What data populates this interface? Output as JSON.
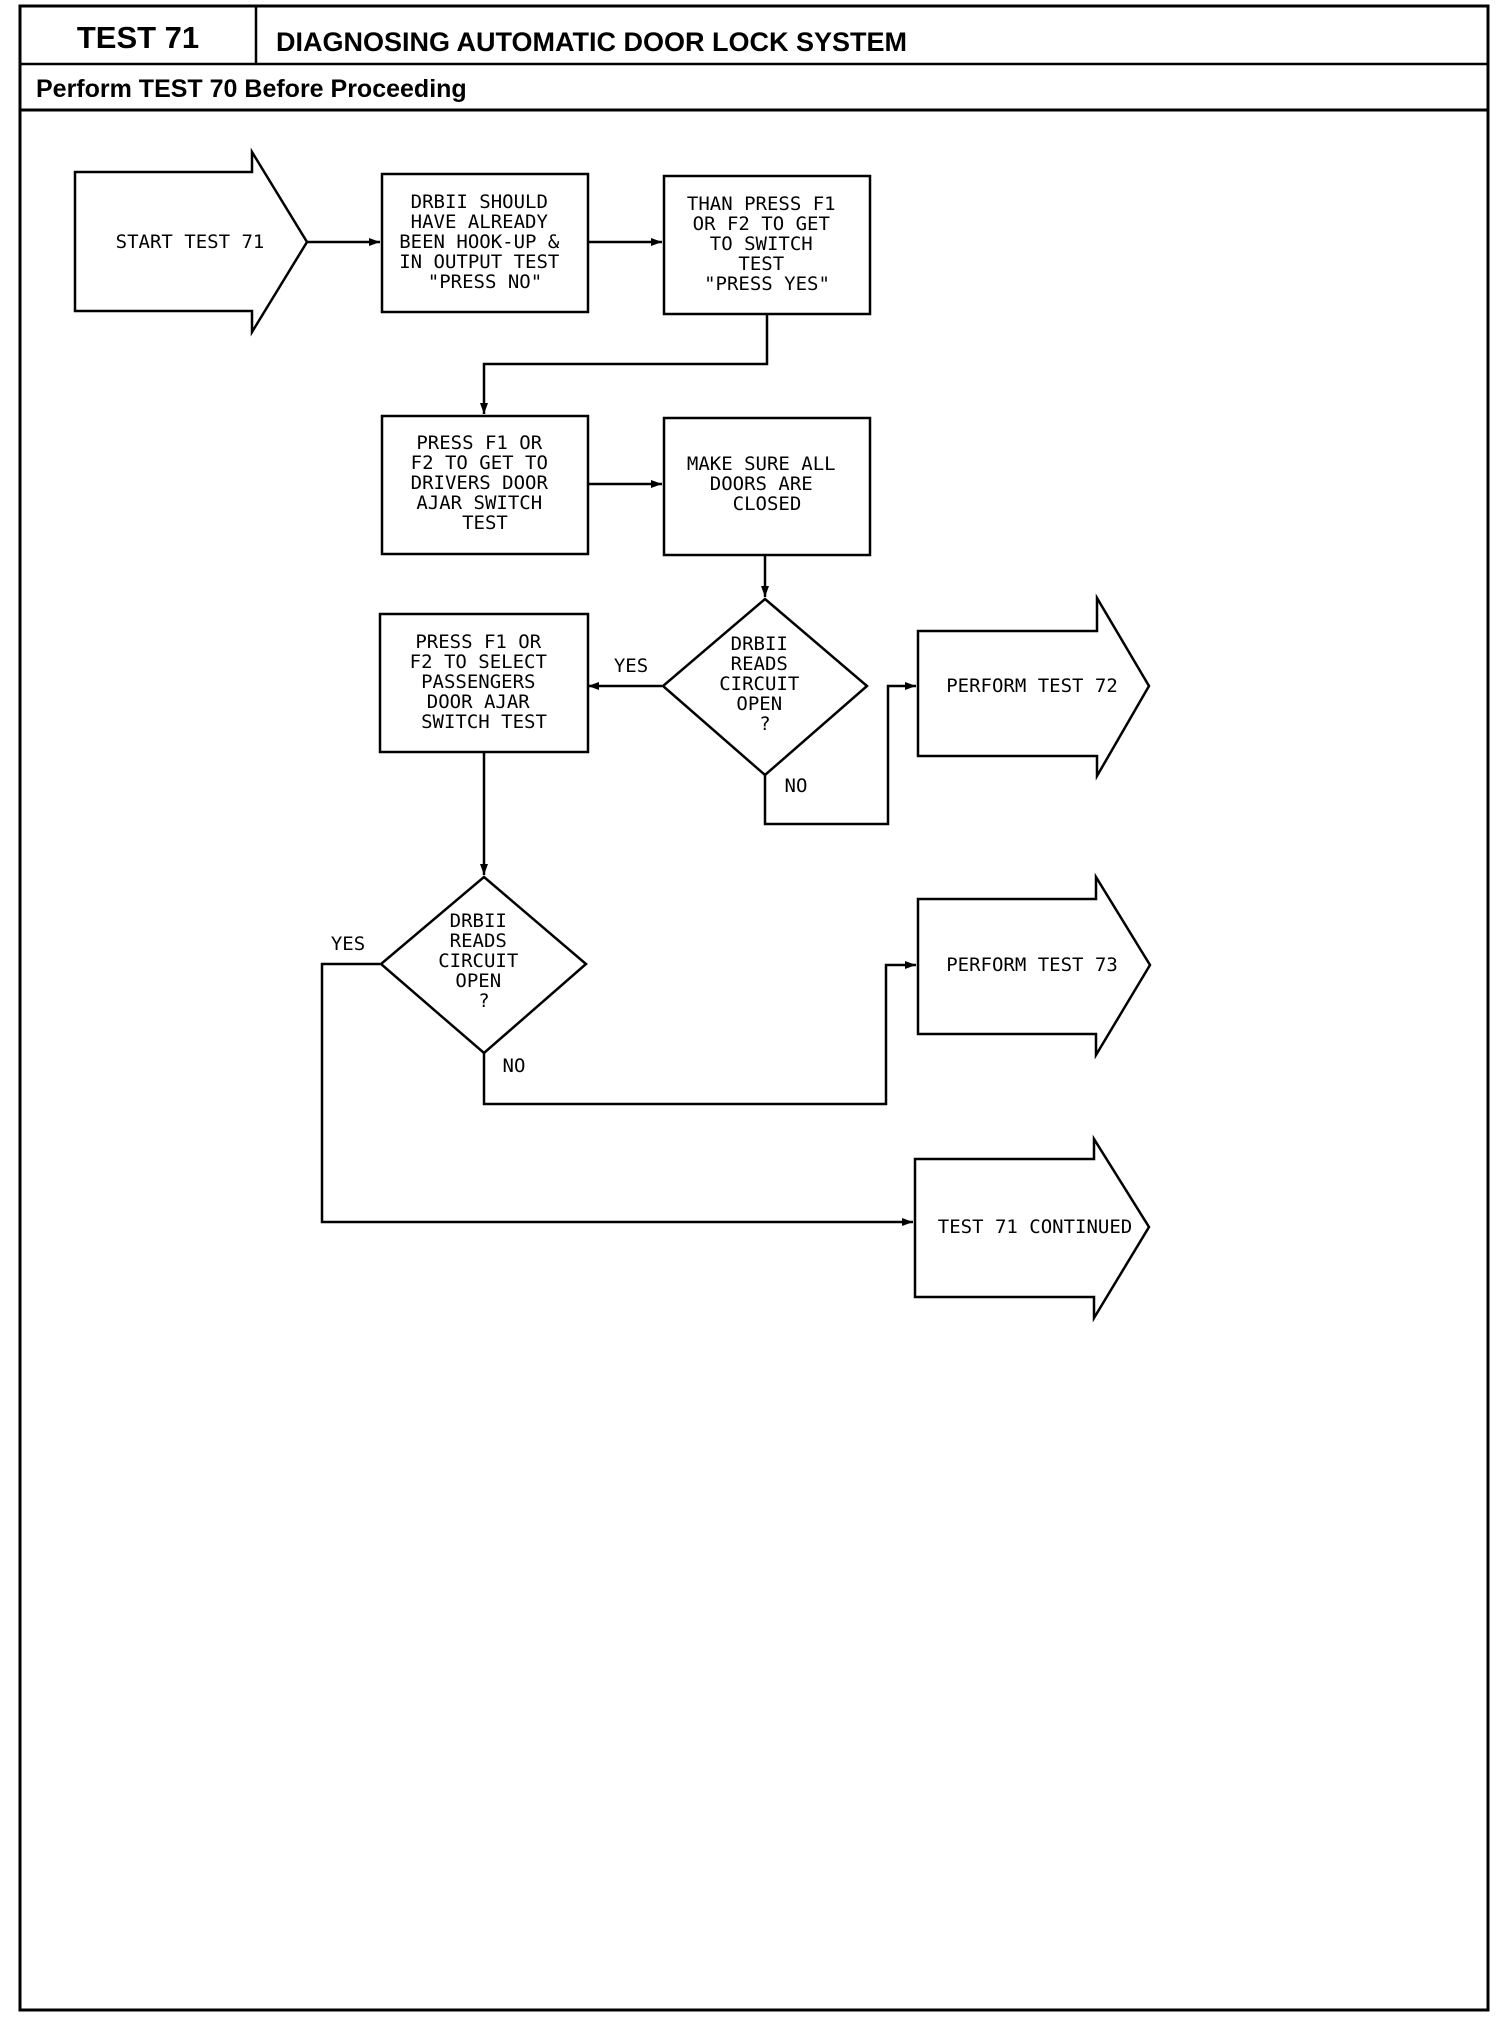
{
  "header": {
    "test_number": "TEST 71",
    "title": "DIAGNOSING AUTOMATIC DOOR LOCK SYSTEM",
    "prerequisite": "Perform TEST 70 Before Proceeding"
  },
  "flow": {
    "start": "START TEST 71",
    "step_hookup": [
      "DRBII SHOULD",
      "HAVE ALREADY",
      "BEEN HOOK-UP &",
      "IN OUTPUT TEST",
      "\"PRESS NO\""
    ],
    "step_switch_test": [
      "THAN PRESS F1",
      "OR F2 TO GET",
      "TO SWITCH",
      "TEST",
      "\"PRESS YES\""
    ],
    "step_drivers_door": [
      "PRESS F1 OR",
      "F2 TO GET TO",
      "DRIVERS DOOR",
      "AJAR SWITCH",
      "TEST"
    ],
    "step_doors_closed": [
      "MAKE SURE ALL",
      "DOORS ARE",
      "CLOSED"
    ],
    "decision_1": [
      "DRBII",
      "READS",
      "CIRCUIT",
      "OPEN",
      "?"
    ],
    "step_passengers_door": [
      "PRESS F1 OR",
      "F2 TO SELECT",
      "PASSENGERS",
      "DOOR AJAR",
      "SWITCH TEST"
    ],
    "decision_2": [
      "DRBII",
      "READS",
      "CIRCUIT",
      "OPEN",
      "?"
    ],
    "end_test_72": "PERFORM TEST 72",
    "end_test_73": "PERFORM TEST 73",
    "end_continued": "TEST 71 CONTINUED",
    "label_yes": "YES",
    "label_no": "NO"
  }
}
